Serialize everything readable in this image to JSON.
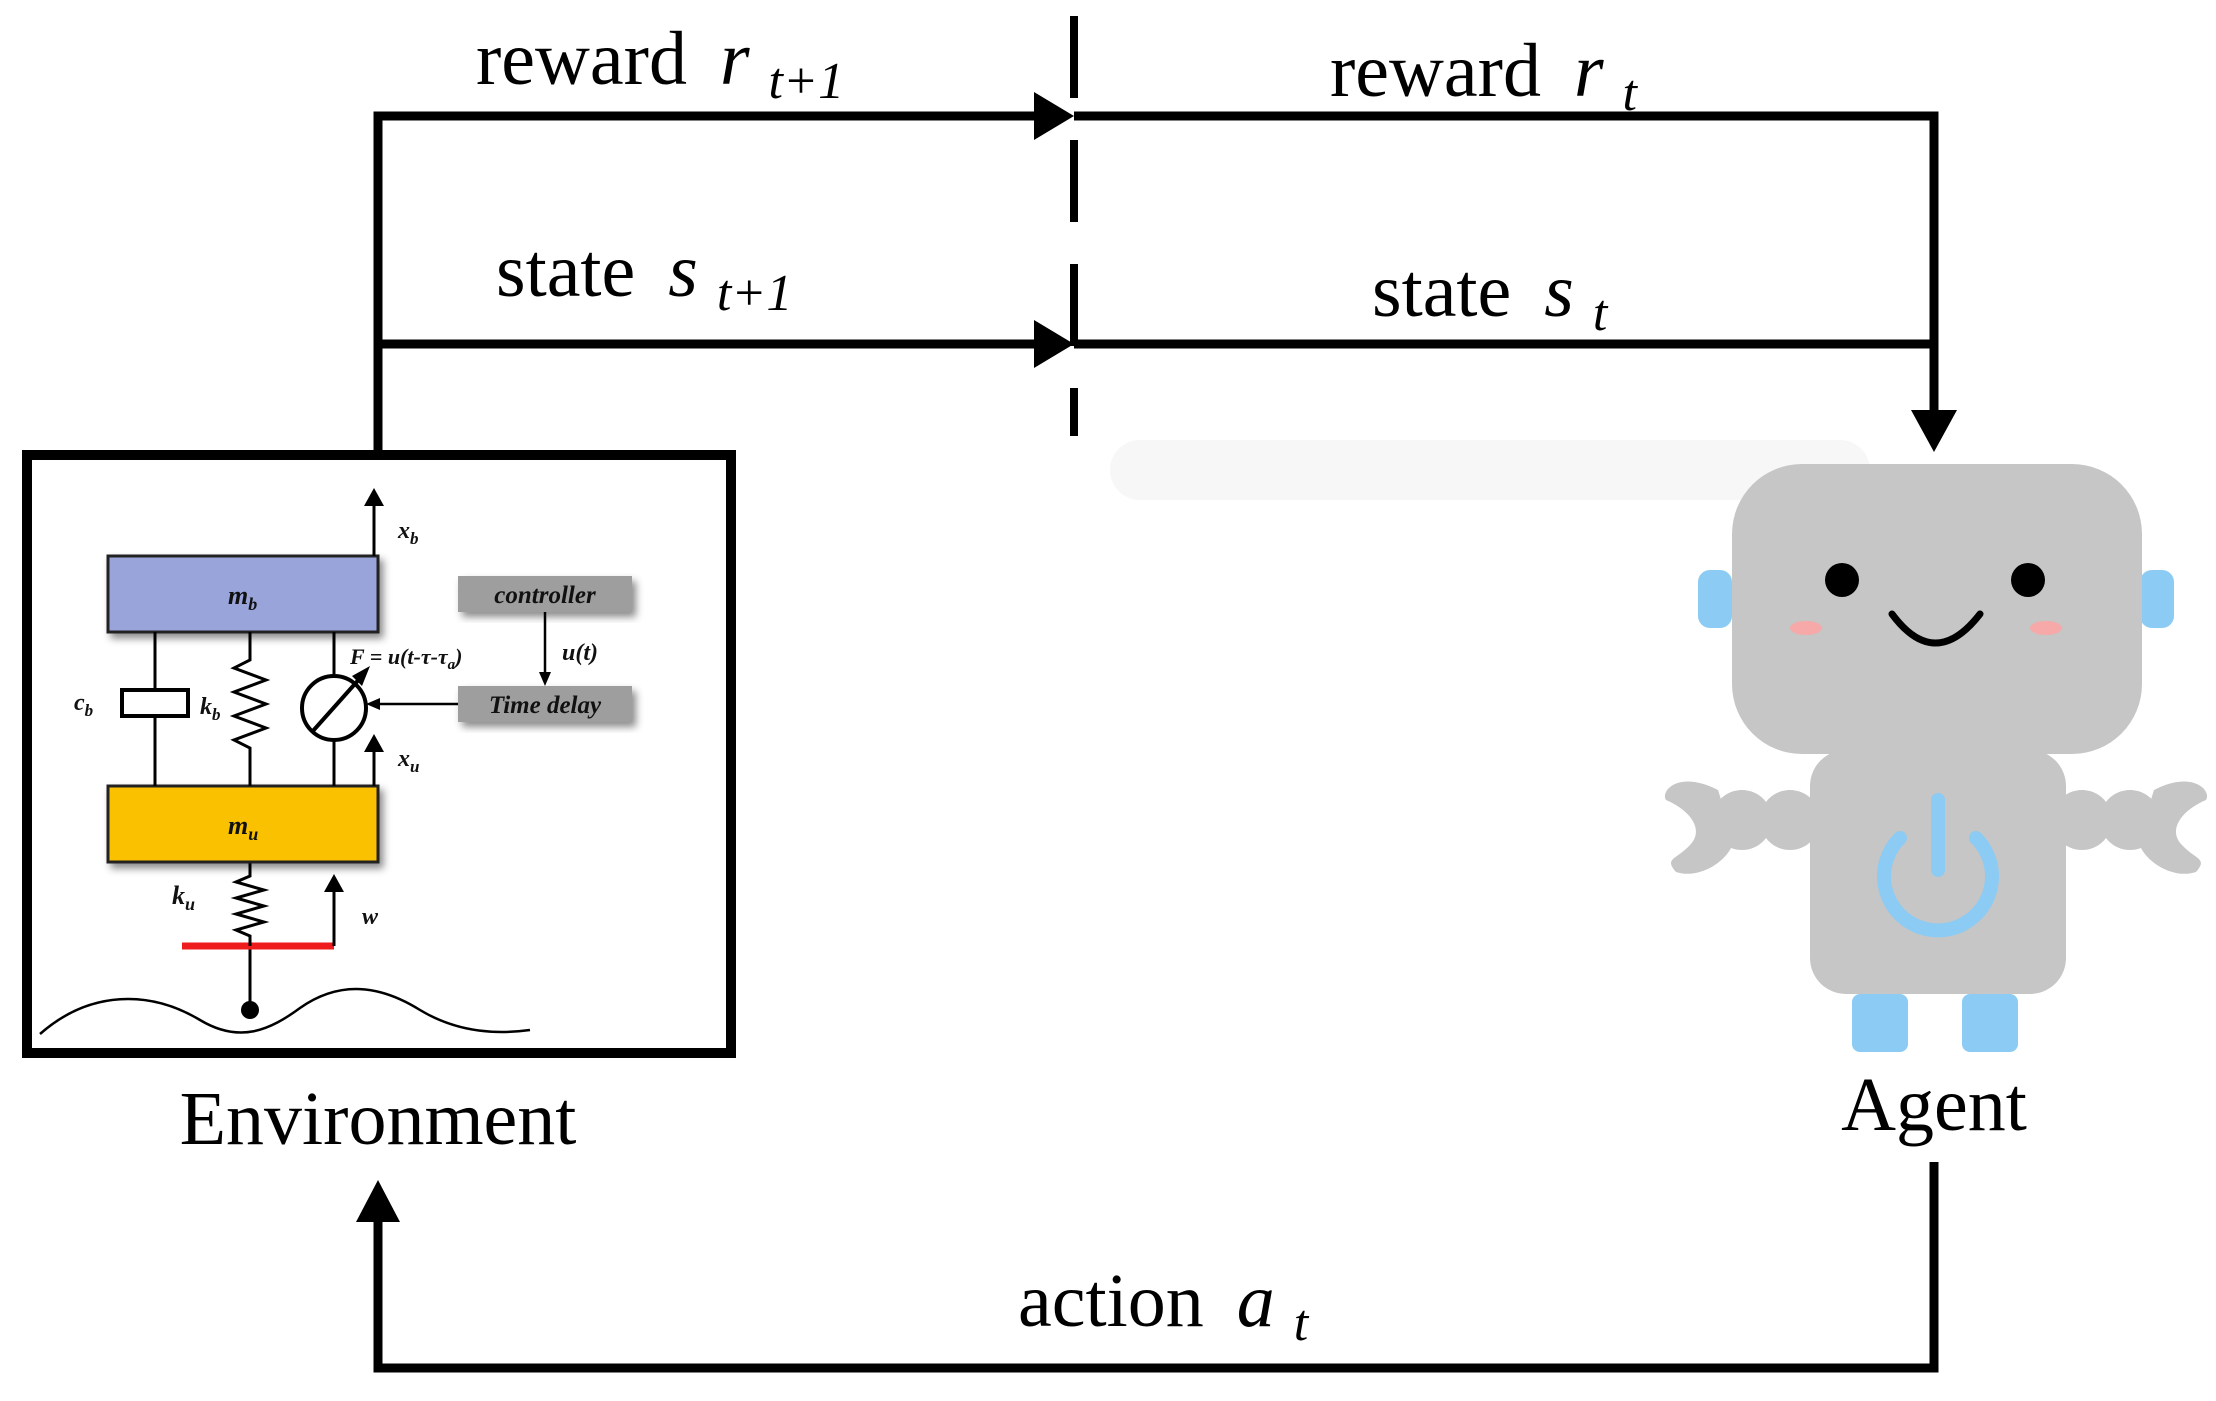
{
  "labels": {
    "reward_next_word": "reward",
    "reward_next_sym": "r",
    "reward_next_sub": "t+1",
    "reward_now_word": "reward",
    "reward_now_sym": "r",
    "reward_now_sub": "t",
    "state_next_word": "state",
    "state_next_sym": "s",
    "state_next_sub": "t+1",
    "state_now_word": "state",
    "state_now_sym": "s",
    "state_now_sub": "t",
    "action_word": "action",
    "action_sym": "a",
    "action_sub": "t",
    "environment": "Environment",
    "agent": "Agent"
  },
  "suspension": {
    "m_b_sym": "m",
    "m_b_sub": "b",
    "m_u_sym": "m",
    "m_u_sub": "u",
    "c_b_sym": "c",
    "c_b_sub": "b",
    "k_b_sym": "k",
    "k_b_sub": "b",
    "k_u_sym": "k",
    "k_u_sub": "u",
    "x_b_sym": "x",
    "x_b_sub": "b",
    "x_u_sym": "x",
    "x_u_sub": "u",
    "w": "w",
    "controller": "controller",
    "time_delay": "Time delay",
    "u_t": "u(t)",
    "force": "F = u(t-τ-τ",
    "force_sub": "a",
    "force_close": ")"
  },
  "colors": {
    "sprung_mass": "#99A4DA",
    "unsprung_mass": "#F9C105",
    "road_contact": "#EE1C1C",
    "block_gray": "#9E9E9E",
    "robot_body": "#C6C6C6",
    "robot_accent": "#8CCBF3",
    "robot_cheek": "#F7A8A8"
  }
}
